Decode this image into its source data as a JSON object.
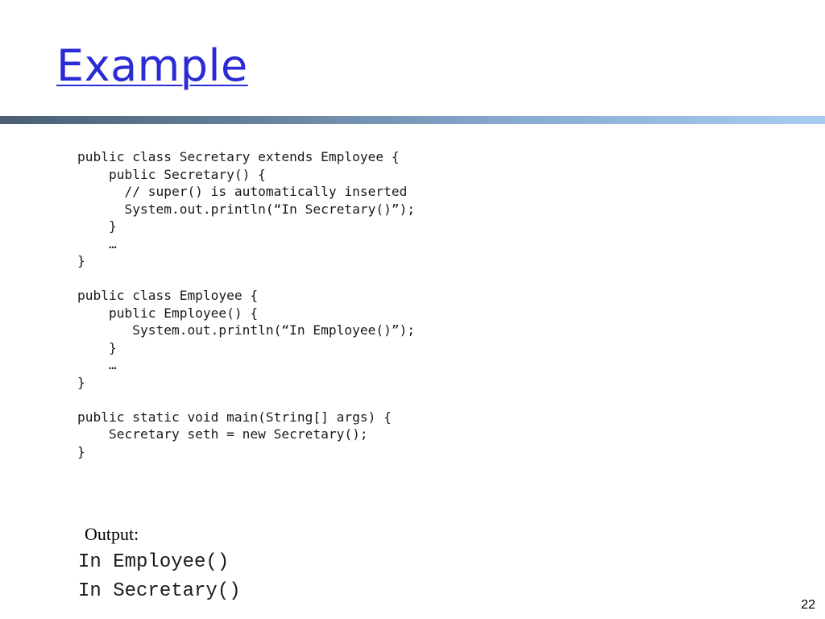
{
  "slide": {
    "title": "Example",
    "code": "public class Secretary extends Employee {\n    public Secretary() {\n      // super() is automatically inserted\n      System.out.println(“In Secretary()”);\n    }\n    …\n}\n\npublic class Employee {\n    public Employee() {\n       System.out.println(“In Employee()”);\n    }\n    …\n}\n\npublic static void main(String[] args) {\n    Secretary seth = new Secretary();\n}",
    "output_label": "Output:",
    "output_lines": [
      "In Employee()",
      "In Secretary()"
    ],
    "page_number": "22",
    "colors": {
      "title": "#2b2bd6",
      "bar_start": "#4a5f73",
      "bar_end": "#a9cdf1"
    }
  }
}
